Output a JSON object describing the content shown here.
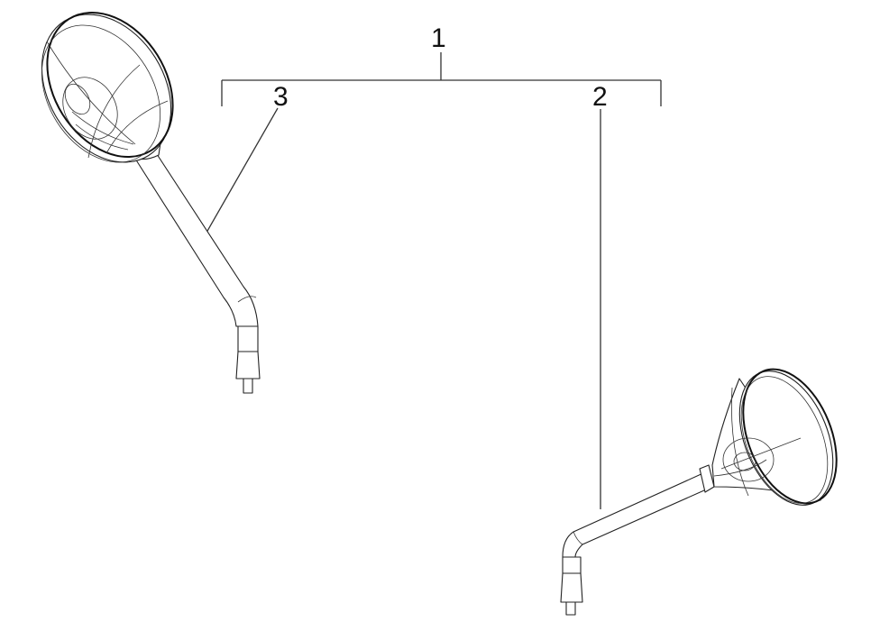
{
  "diagram": {
    "type": "exploded-parts-diagram",
    "subject": "rear-view mirrors",
    "callouts": [
      {
        "id": "1",
        "label": "1",
        "refers_to": "mirror set (bracket grouping left and right mirrors)"
      },
      {
        "id": "2",
        "label": "2",
        "refers_to": "right mirror"
      },
      {
        "id": "3",
        "label": "3",
        "refers_to": "left mirror"
      }
    ]
  }
}
